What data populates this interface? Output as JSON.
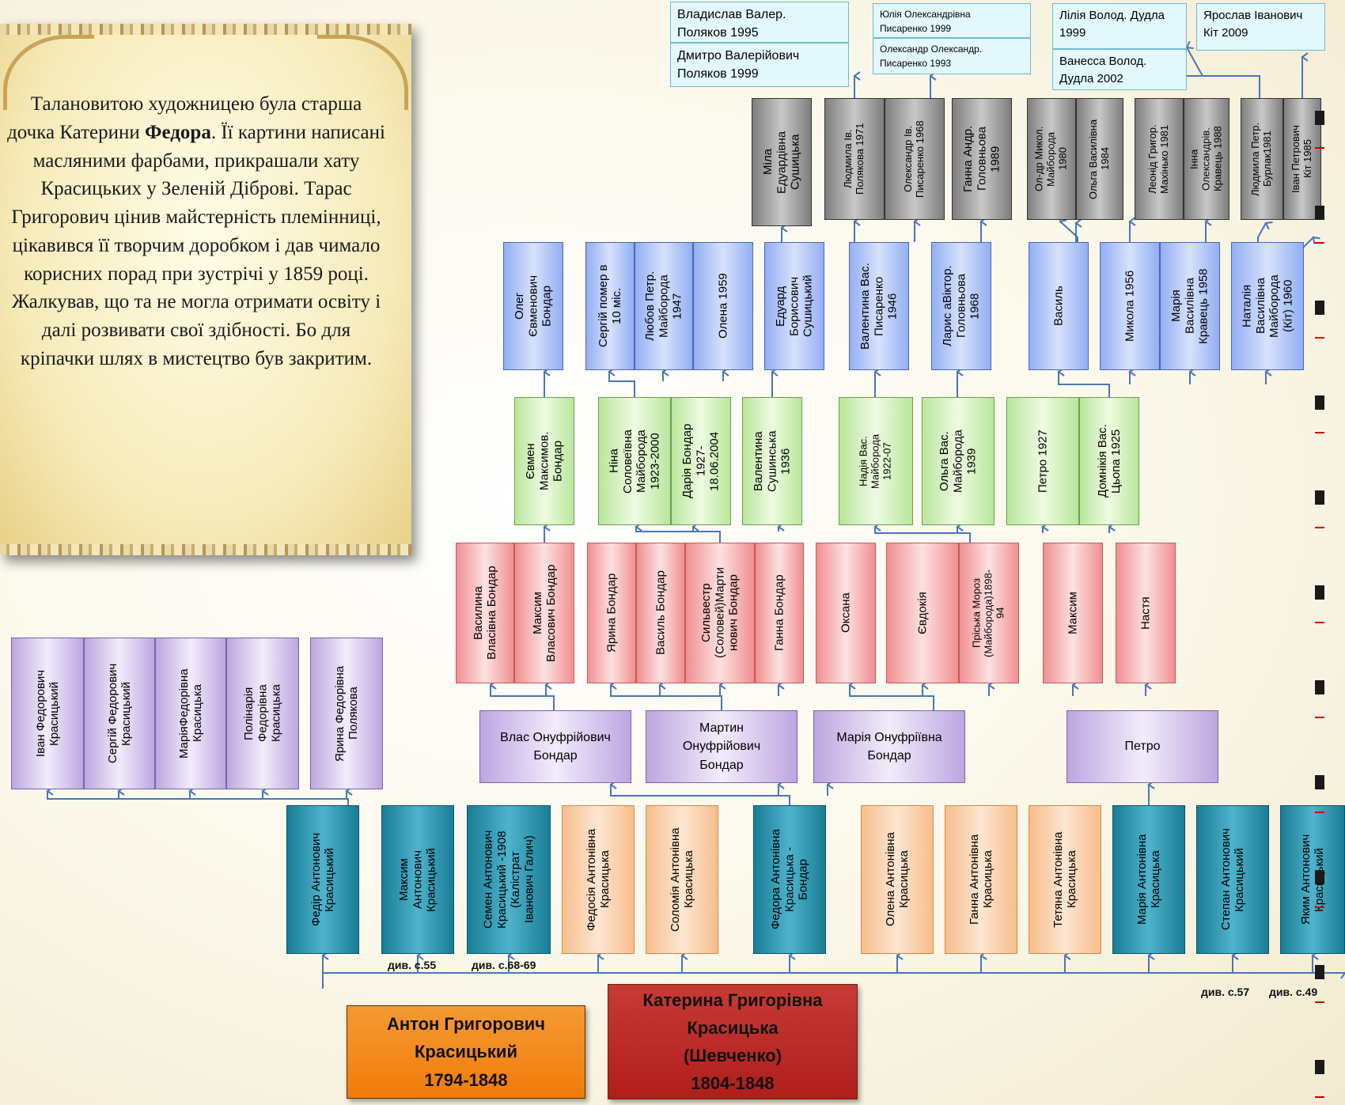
{
  "scroll_text_before": "Талановитою художницею була старша дочка Катерини ",
  "scroll_text_bold": "Федора",
  "scroll_text_after": ". Її картини написані масляними фарбами, прикрашали хату Красицьких у Зеленій Діброві. Тарас Григорович цінив майстерність племінниці, цікавився її творчим доробком і дав чимало корисних порад при зустрічі у 1859 році. Жалкував, що та не могла отримати освіту і далі розвивати свої здібності. Бо для кріпачки шлях в мистецтво був закритим.",
  "parents": {
    "father": "Антон Григорович\nКрасицький\n1794-1848",
    "mother": "Катерина Григорівна\nКрасицька\n(Шевченко)\n1804-1848"
  },
  "children": [
    "Федір Антонович\nКрасицький",
    "Максим\nАнтонович\nКрасицький",
    "Семен Антонович\nКрасицький -1908\n(Калістрат\nІванович Галич)",
    "Федосія Антонівна\nКрасицька",
    "Соломія Антонівна\nКрасицька",
    "Федора Антонівна\nКрасицька -\nБондар",
    "Олена Антонівна\nКрасицька",
    "Ганна Антонівна\nКрасицька",
    "Тетяна Антонівна\nКрасицька",
    "Марія Антонівна\nКрасицька",
    "Степан Антонович\nКрасицький",
    "Яким Антонович\nКрасицький"
  ],
  "refs": [
    "див. с.55",
    "див. с.68-69",
    "див. с.57",
    "див. с.49"
  ],
  "gen3_left": [
    "Іван Федорович\nКрасицький",
    "Сергій Федорович\nКрасицький",
    "МаріяФедорівна\nКрасицька",
    "Полінарія\nФедорівна\nКрасицька",
    "Ярина Федорівна\nПолякова"
  ],
  "gen3_mid": [
    "Влас Онуфрійович\nБондар",
    "Мартин\nОнуфрійович\nБондар",
    "Марія Онуфріївна\nБондар",
    "Петро"
  ],
  "gen4": [
    "Василина\nВласівна Бондар",
    "Максим\nВласович Бондар",
    "Ярина Бондар",
    "Василь Бондар",
    "Сильвестр\n(Соловей)Марти\nнович Бондар",
    "Ганна Бондар",
    "Оксана",
    "Євдокія",
    "Пріська Мороз\n(Майборода)1898-\n94",
    "Максим",
    "Настя"
  ],
  "gen5": [
    "Євмен\nМаксимов.\nБондар",
    "Ніна\nСоловеївна\nМайборода\n1923-2000",
    "Дарія Бондар\n1927-\n18.06.2004",
    "Валентина\nСушинська\n1936",
    "Надія Вас.\nМайборода\n1922-07",
    "Ольга Вас.\nМайборода\n1939",
    "Петро 1927",
    "Домнікія Вас.\nЦьопа 1925"
  ],
  "gen6": [
    "Олег\nЄвменович\nБондар",
    "Сергій помер в\n10 міс.",
    "Любов Петр.\nМайборода\n1947",
    "Олена 1959",
    "Едуард\nБорисович\nСушицький",
    "Валентина Вас.\nПисаренко\n1946",
    "Ларис аВіктор.\nГоловньова\n1968",
    "Василь",
    "Микола 1956",
    "Марія\nВасилівна\nКравець 1958",
    "Наталія\nВасилівна\nМайборода\n(Кіт) 1960"
  ],
  "gen7": [
    "Міла\nЕдуардівна\nСушицька",
    "Людмила Ів.\nПолякова 1971",
    "Олександр Ів.\nПисаренко 1968",
    "Ганна Андр.\nГоловньова\n1989",
    "Ол-др Микол.\nМайборода\n1980",
    "Ольга Василівна\n1984",
    "Леонід Григор.\nМахінько 1981",
    "Інна\nОлександрів.\nКравець 1988",
    "Людмила Петр.\nБурлак1981",
    "Іван Петрович\nКіт 1985"
  ],
  "gen8": [
    "Владислав Валер.\nПоляков 1995",
    "Дмитро Валерійович\nПоляков 1999",
    "Юлія Олександрівна\nПисаренко 1999",
    "Олександр Олександр.\nПисаренко 1993",
    "Лілія Волод. Дудла\n1999",
    "Ванесса Волод.\nДудла 2002",
    "Ярослав Іванович\nКіт 2009"
  ],
  "colors": {
    "line": "#4a75b8",
    "gen8": "#e2f8fd",
    "gen7": "#a8a8a8",
    "gen6": "#b8cdf8",
    "gen5": "#d7f3c2",
    "gen4": "#f8b6b7",
    "gen3": "#dccff2",
    "children_teal": "#2e96b0",
    "children_peach": "#fbd3ae",
    "father": "#f28a1c",
    "mother": "#b8282a"
  }
}
